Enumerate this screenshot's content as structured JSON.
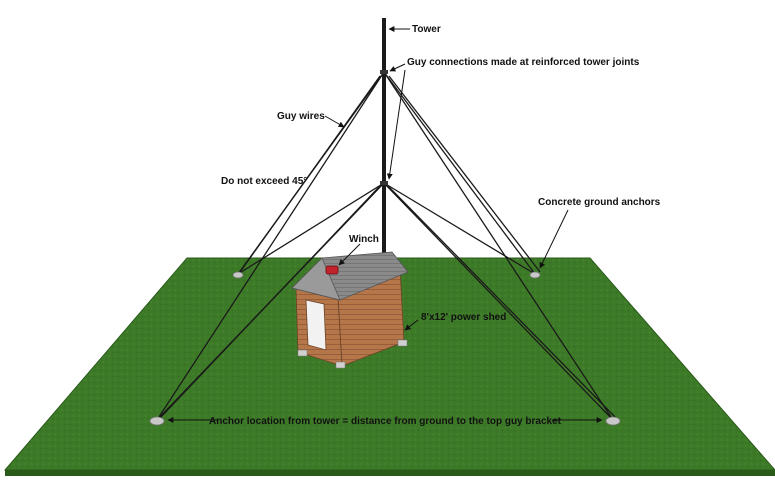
{
  "labels": {
    "tower": "Tower",
    "guy_connections": "Guy connections made at reinforced tower joints",
    "guy_wires": "Guy wires",
    "max_angle": "Do not exceed 45°",
    "ground_anchors": "Concrete ground anchors",
    "winch": "Winch",
    "shed": "8'x12' power shed",
    "anchor_rule": "Anchor location from tower = distance from ground to the top guy bracket"
  },
  "colors": {
    "ground": "#3d7a28",
    "ground_edge": "#2a5a1a",
    "tower": "#1a1a1a",
    "wire": "#1a1a1a",
    "shed_wall": "#b5764a",
    "shed_roof": "#8a8a8a",
    "anchor": "#c8c8c8"
  }
}
